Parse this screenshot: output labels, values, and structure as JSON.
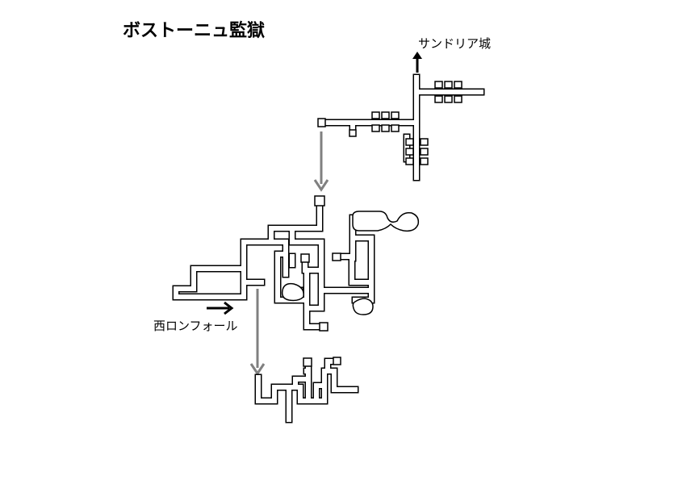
{
  "map": {
    "title": "ボストーニュ監獄",
    "exits": {
      "north": {
        "label": "サンドリア城",
        "arrow_direction": "up"
      },
      "west": {
        "label": "西ロンフォール",
        "arrow_direction": "right"
      }
    },
    "transitions": [
      {
        "from": "upper-floor",
        "to": "middle-floor",
        "arrow_direction": "down"
      },
      {
        "from": "middle-floor",
        "to": "lower-floor",
        "arrow_direction": "down"
      }
    ],
    "floors": [
      "upper-floor",
      "middle-floor",
      "lower-floor"
    ],
    "colors": {
      "corridor": "#000000",
      "transition_arrow": "#808080",
      "exit_arrow": "#000000",
      "background": "#ffffff"
    },
    "icons": {
      "exit_arrow": "black-arrow-icon",
      "transition_arrow": "gray-down-arrow-icon"
    }
  }
}
